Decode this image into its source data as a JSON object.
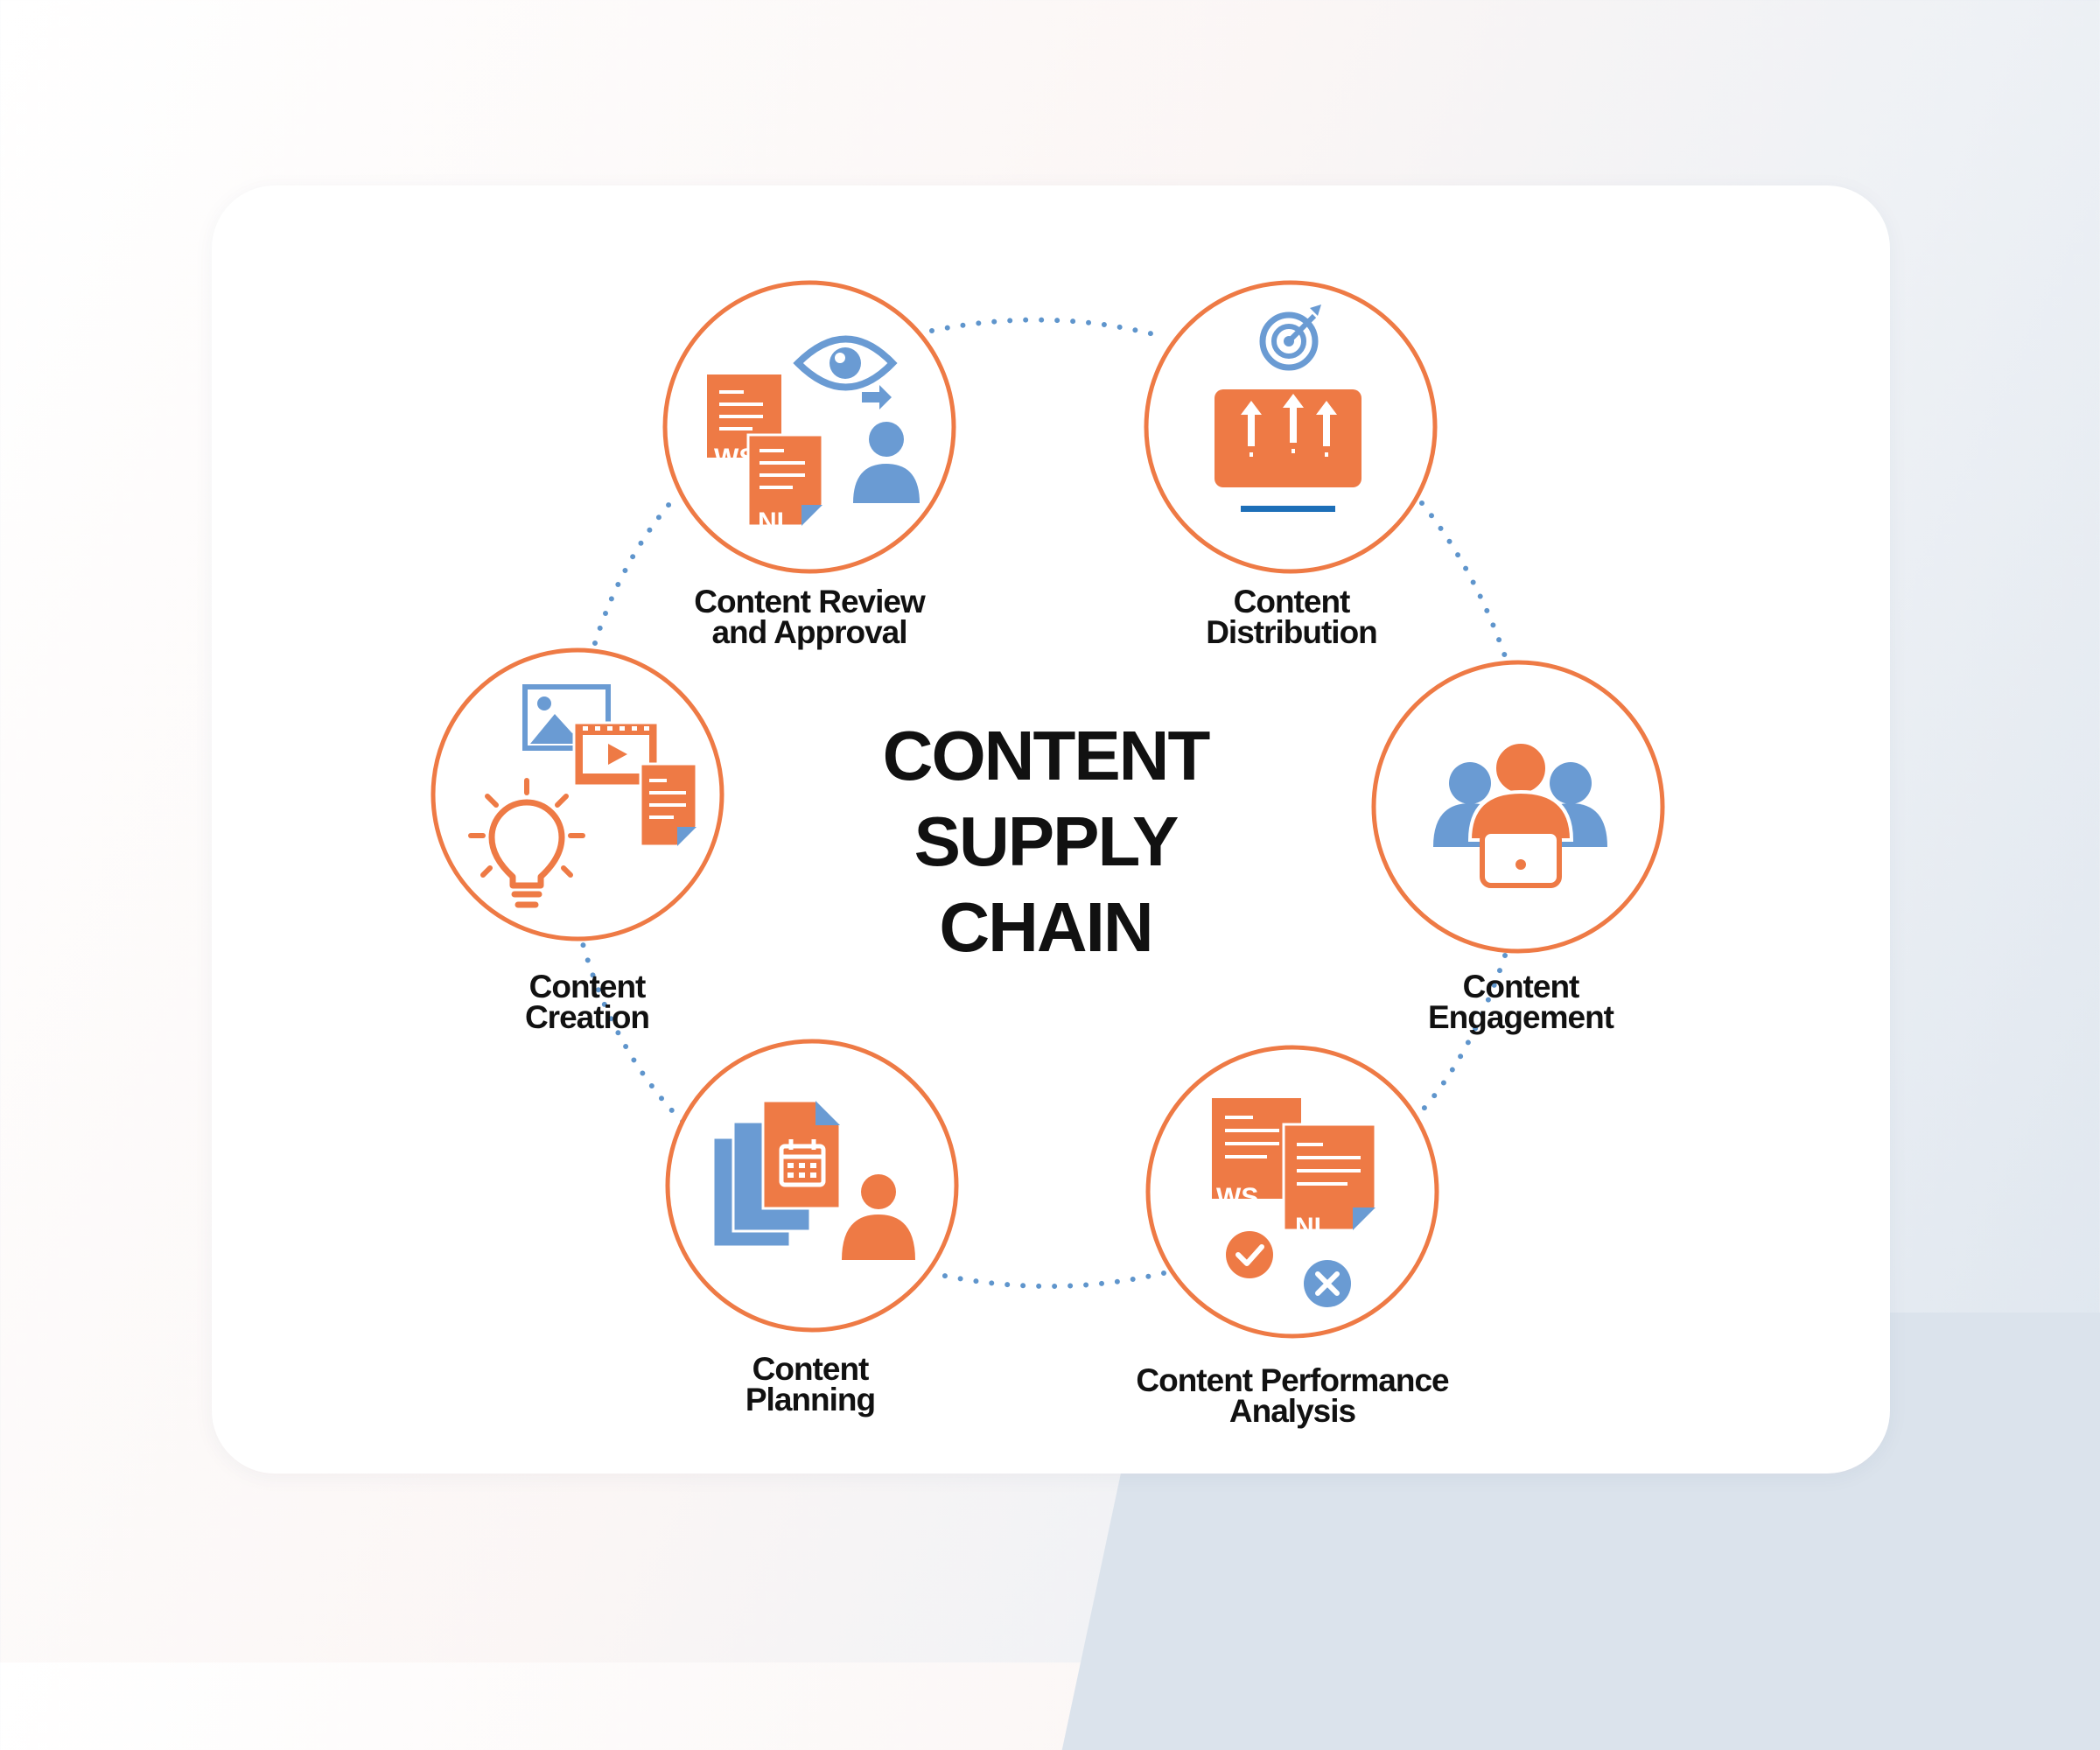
{
  "title": {
    "lines": [
      "CONTENT",
      "SUPPLY",
      "CHAIN"
    ]
  },
  "colors": {
    "accent": "#ee7a45",
    "secondary": "#6a9bd3",
    "ring": "#5f95cc",
    "text": "#111111"
  },
  "stages": [
    {
      "id": "review",
      "lines": [
        "Content Review",
        "and Approval"
      ],
      "icon": "review-approval-icon"
    },
    {
      "id": "distribution",
      "lines": [
        "Content",
        "Distribution"
      ],
      "icon": "distribution-icon"
    },
    {
      "id": "engagement",
      "lines": [
        "Content",
        "Engagement"
      ],
      "icon": "engagement-icon"
    },
    {
      "id": "performance",
      "lines": [
        "Content Performance",
        "Analysis"
      ],
      "icon": "performance-analysis-icon"
    },
    {
      "id": "planning",
      "lines": [
        "Content",
        "Planning"
      ],
      "icon": "planning-icon"
    },
    {
      "id": "creation",
      "lines": [
        "Content",
        "Creation"
      ],
      "icon": "creation-icon"
    }
  ],
  "doc_tags": {
    "ws": "WS",
    "nl": "NL"
  }
}
